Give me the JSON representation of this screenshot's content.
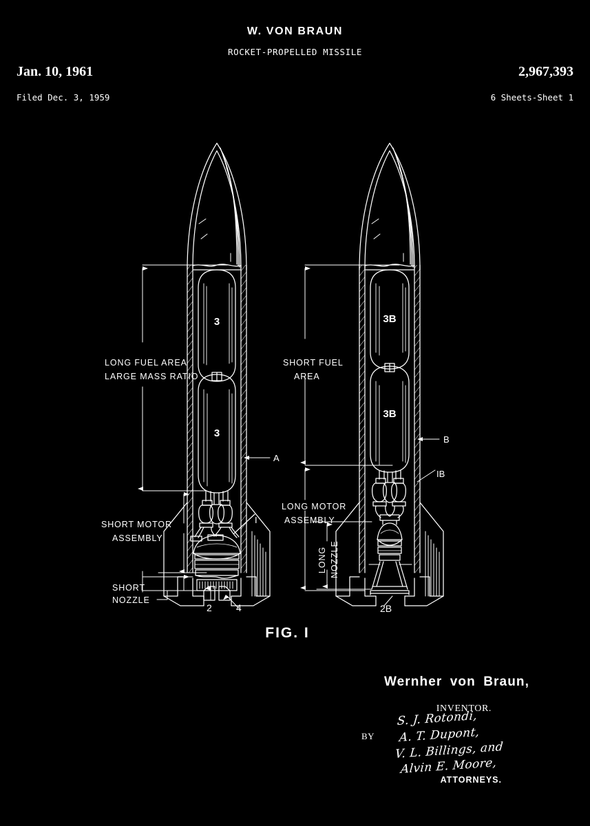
{
  "header": {
    "inventor_line": "W. VON BRAUN",
    "title": "ROCKET-PROPELLED MISSILE",
    "date": "Jan. 10, 1961",
    "patent_number": "2,967,393",
    "filed": "Filed Dec. 3, 1959",
    "sheets": "6 Sheets-Sheet 1"
  },
  "figure": {
    "caption": "FIG. I"
  },
  "left_missile": {
    "fuel_area_label_line1": "LONG FUEL AREA",
    "fuel_area_label_line2": "LARGE MASS RATIO",
    "motor_label_line1": "SHORT  MOTOR",
    "motor_label_line2": "ASSEMBLY",
    "nozzle_label_line1": "SHORT",
    "nozzle_label_line2": "NOZZLE",
    "tank_upper": "3",
    "tank_lower": "3",
    "callout_shell": "A",
    "callout_nozzle": "2",
    "callout_fin": "4",
    "callout_motor": "I"
  },
  "right_missile": {
    "fuel_area_label_line1": "SHORT FUEL",
    "fuel_area_label_line2": "AREA",
    "motor_label_line1": "LONG MOTOR",
    "motor_label_line2": "ASSEMBLY",
    "nozzle_label_line1": "LONG",
    "nozzle_label_line2": "NOZZLE",
    "tank_upper": "3B",
    "tank_lower": "3B",
    "callout_shell": "B",
    "callout_motor": "IB",
    "callout_nozzle": "2B"
  },
  "signature": {
    "inventor_name": "Wernher  von  Braun,",
    "inventor_label": "INVENTOR.",
    "by_label": "BY",
    "attorney_1": "S. J. Rotondi,",
    "attorney_2": "A. T. Dupont,",
    "attorney_3": "V. L. Billings, and",
    "attorney_4": "Alvin E. Moore,",
    "attorneys_label": "ATTORNEYS."
  },
  "colors": {
    "background": "#000000",
    "ink": "#ffffff"
  }
}
